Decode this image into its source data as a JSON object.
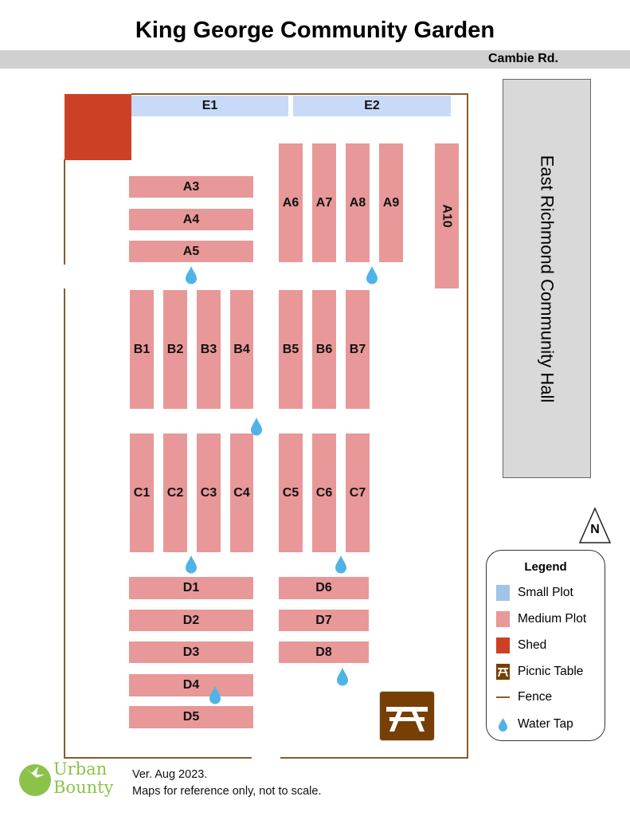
{
  "title": "King George Community Garden",
  "road": "Cambie Rd.",
  "hall": "East Richmond Community Hall",
  "north": "N",
  "plots": {
    "small": [
      "E1",
      "E2"
    ],
    "medium": [
      "A3",
      "A4",
      "A5",
      "A6",
      "A7",
      "A8",
      "A9",
      "A10",
      "B1",
      "B2",
      "B3",
      "B4",
      "B5",
      "B6",
      "B7",
      "C1",
      "C2",
      "C3",
      "C4",
      "C5",
      "C6",
      "C7",
      "D1",
      "D2",
      "D3",
      "D4",
      "D5",
      "D6",
      "D7",
      "D8"
    ]
  },
  "legend": {
    "title": "Legend",
    "items": [
      "Small Plot",
      "Medium Plot",
      "Shed",
      "Picnic Table",
      "Fence",
      "Water Tap"
    ]
  },
  "colors": {
    "small": "#c9daf8",
    "medium": "#e89898",
    "shed": "#cc4125",
    "picnic": "#783f04",
    "fence": "#8b5a2b",
    "water": "#4fb3e8"
  },
  "footer": {
    "version": "Ver. Aug 2023.",
    "note": "Maps for reference only, not to scale."
  },
  "logo": {
    "line1": "Urban",
    "line2": "Bounty"
  }
}
